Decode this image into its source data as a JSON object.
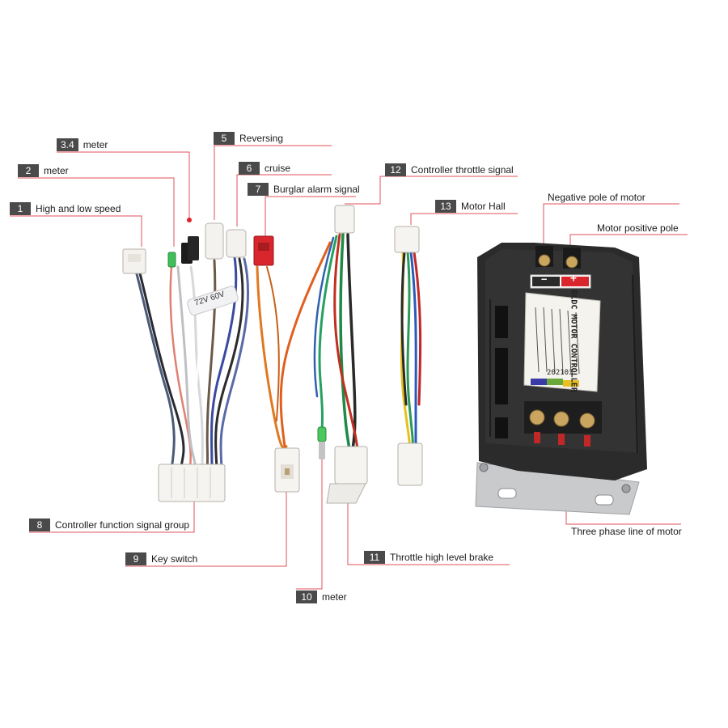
{
  "callouts": [
    {
      "id": "high-low-speed",
      "number": "1",
      "label": "High and low speed"
    },
    {
      "id": "meter-2",
      "number": "2",
      "label": "meter"
    },
    {
      "id": "meter-3-4",
      "number": "3.4",
      "label": "meter"
    },
    {
      "id": "reversing",
      "number": "5",
      "label": "Reversing"
    },
    {
      "id": "cruise",
      "number": "6",
      "label": "cruise"
    },
    {
      "id": "burglar-alarm",
      "number": "7",
      "label": "Burglar alarm signal"
    },
    {
      "id": "function-signal-group",
      "number": "8",
      "label": "Controller function signal group"
    },
    {
      "id": "key-switch",
      "number": "9",
      "label": "Key switch"
    },
    {
      "id": "meter-10",
      "number": "10",
      "label": "meter"
    },
    {
      "id": "throttle-brake",
      "number": "11",
      "label": "Throttle high level brake"
    },
    {
      "id": "throttle-signal",
      "number": "12",
      "label": "Controller throttle signal"
    },
    {
      "id": "motor-hall",
      "number": "13",
      "label": "Motor Hall"
    }
  ],
  "motor_labels": {
    "negative_pole": "Negative pole of motor",
    "positive_pole": "Motor positive pole",
    "three_phase": "Three phase line of motor"
  },
  "controller": {
    "title": "BLDC MOTOR CONTROLLER",
    "model": "202103",
    "sign_minus": "−",
    "sign_plus": "+"
  },
  "harness_tag": "72V 60V",
  "colors": {
    "callout_line": "#e0505a",
    "callout_badge": "#4a4a4a",
    "controller_body": "#2b2b2b",
    "bracket": "#c9cacc"
  }
}
